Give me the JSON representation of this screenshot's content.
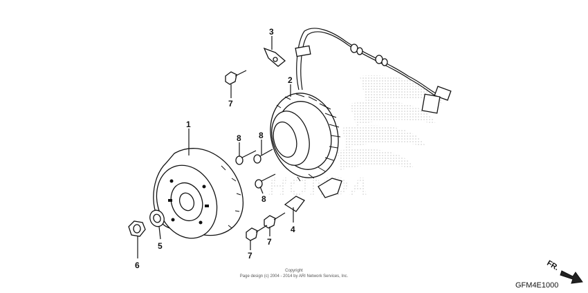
{
  "diagram": {
    "callouts": {
      "flywheel": "1",
      "stator": "2",
      "clamp_top": "3",
      "clamp_bottom": "4",
      "washer": "5",
      "nut": "6",
      "bolt_top": "7",
      "bolt_bottom_right": "7",
      "bolt_bottom_left": "7",
      "screw_a": "8",
      "screw_b": "8",
      "screw_c": "8"
    },
    "watermark_text": "HONDA",
    "copyright_line1": "Copyright",
    "copyright_line2": "Page design (c) 2004 - 2014 by ARI Network Services, Inc.",
    "direction_label": "FR.",
    "figure_code": "GFM4E1000"
  }
}
